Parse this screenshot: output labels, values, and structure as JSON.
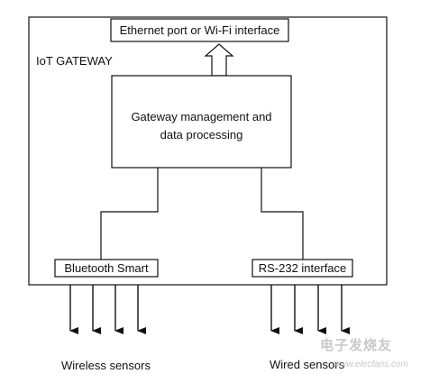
{
  "diagram": {
    "gateway_label": "IoT GATEWAY",
    "network_interface_label": "Ethernet port or Wi-Fi interface",
    "processing_line1": "Gateway management and",
    "processing_line2": "data processing",
    "bluetooth_label": "Bluetooth Smart",
    "rs232_label": "RS-232 interface",
    "wireless_sensors_label": "Wireless sensors",
    "wired_sensors_label": "Wired sensors"
  },
  "watermark": {
    "text": "电子发烧友",
    "url": "www.elecfans.com"
  }
}
